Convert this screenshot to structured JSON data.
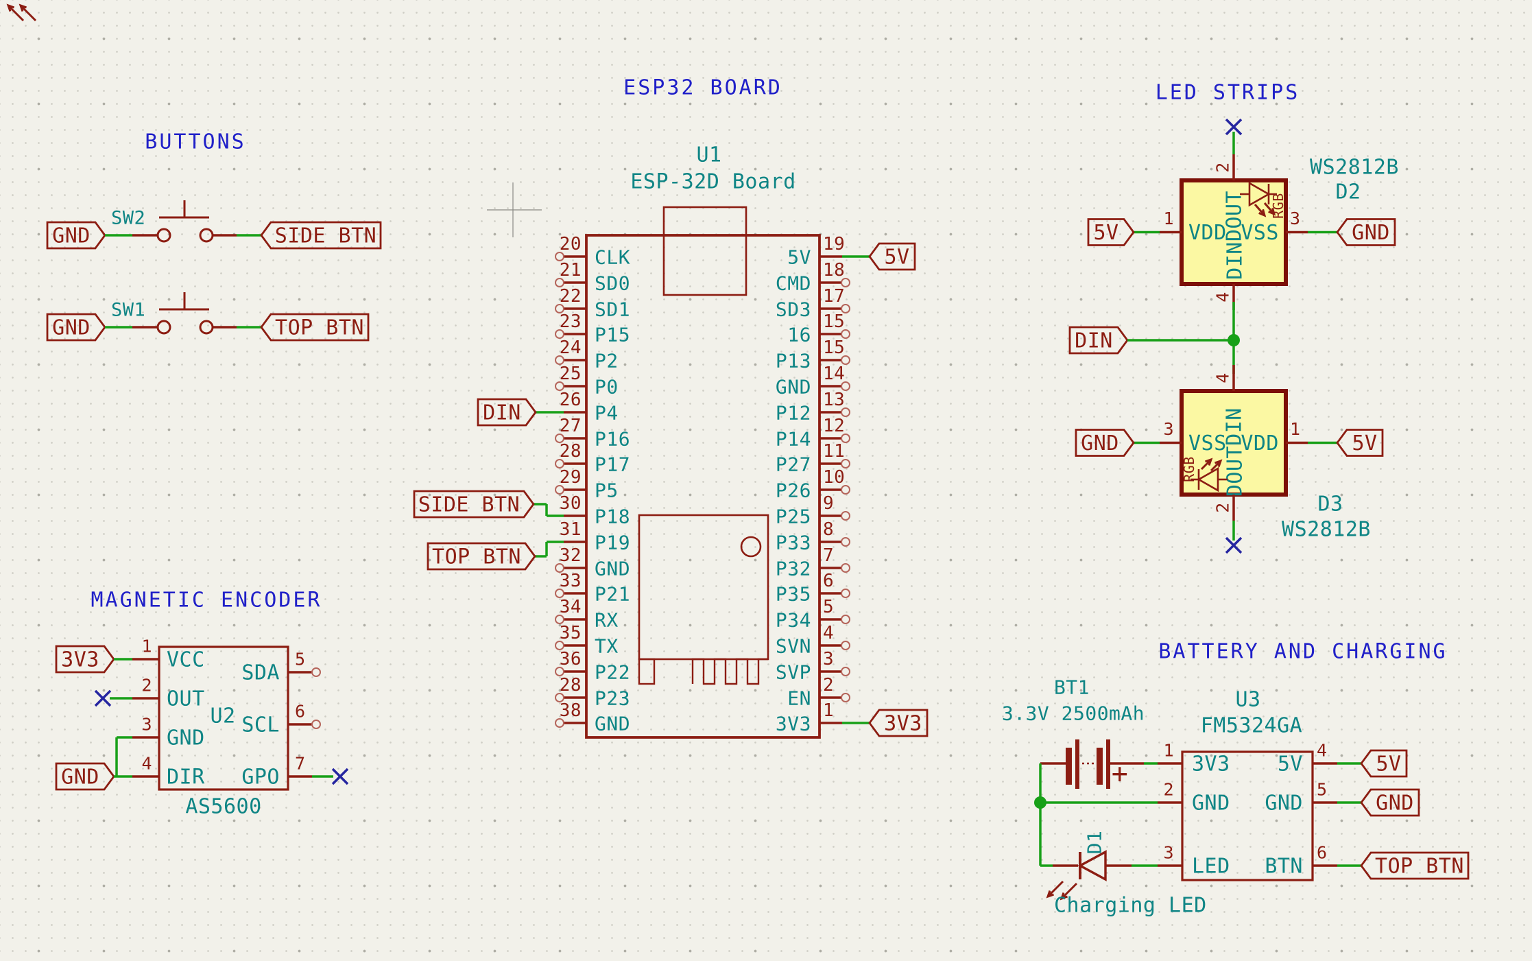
{
  "colors": {
    "background": "#f2f1ea",
    "symbol_outline": "#8c1d12",
    "pin_name_teal": "#0f8585",
    "note_blue": "#2020c8",
    "wire_green": "#18a018",
    "noconnect_blue": "#2525a0",
    "chip_fill_yellow": "#fbf8a3",
    "ws2812_border": "#7c1007",
    "nc_circle": "#b5655b",
    "crosshair_grey": "#8a8a85"
  },
  "sections": {
    "buttons": {
      "title": "BUTTONS",
      "switches": [
        {
          "ref": "SW2",
          "left_label": "GND",
          "right_label": "SIDE BTN"
        },
        {
          "ref": "SW1",
          "left_label": "GND",
          "right_label": "TOP BTN"
        }
      ]
    },
    "encoder": {
      "title": "MAGNETIC ENCODER",
      "ref": "U2",
      "value": "AS5600",
      "left_pins": [
        {
          "num": "1",
          "name": "VCC",
          "label": "3V3"
        },
        {
          "num": "2",
          "name": "OUT",
          "noconnect": true
        },
        {
          "num": "3",
          "name": "GND",
          "tee": true
        },
        {
          "num": "4",
          "name": "DIR",
          "label": "GND"
        }
      ],
      "right_pins": [
        {
          "num": "5",
          "name": "SDA"
        },
        {
          "num": "6",
          "name": "SCL"
        },
        {
          "num": "7",
          "name": "GPO",
          "noconnect": true
        }
      ]
    },
    "esp32": {
      "title": "ESP32 BOARD",
      "ref": "U1",
      "value": "ESP-32D Board",
      "left_pins": [
        {
          "num": "20",
          "name": "CLK"
        },
        {
          "num": "21",
          "name": "SD0"
        },
        {
          "num": "22",
          "name": "SD1"
        },
        {
          "num": "23",
          "name": "P15"
        },
        {
          "num": "24",
          "name": "P2"
        },
        {
          "num": "25",
          "name": "P0"
        },
        {
          "num": "26",
          "name": "P4",
          "label": "DIN"
        },
        {
          "num": "27",
          "name": "P16"
        },
        {
          "num": "28",
          "name": "P17"
        },
        {
          "num": "29",
          "name": "P5"
        },
        {
          "num": "30",
          "name": "P18",
          "label": "SIDE BTN"
        },
        {
          "num": "31",
          "name": "P19",
          "label": "TOP BTN"
        },
        {
          "num": "32",
          "name": "GND"
        },
        {
          "num": "33",
          "name": "P21"
        },
        {
          "num": "34",
          "name": "RX"
        },
        {
          "num": "35",
          "name": "TX"
        },
        {
          "num": "36",
          "name": "P22"
        },
        {
          "num": "28",
          "name": "P23"
        },
        {
          "num": "38",
          "name": "GND"
        }
      ],
      "right_pins": [
        {
          "num": "19",
          "name": "5V",
          "label": "5V"
        },
        {
          "num": "18",
          "name": "CMD"
        },
        {
          "num": "17",
          "name": "SD3"
        },
        {
          "num": "15",
          "name": "16"
        },
        {
          "num": "15",
          "name": "P13"
        },
        {
          "num": "14",
          "name": "GND"
        },
        {
          "num": "13",
          "name": "P12"
        },
        {
          "num": "12",
          "name": "P14"
        },
        {
          "num": "11",
          "name": "P27"
        },
        {
          "num": "10",
          "name": "P26"
        },
        {
          "num": "9",
          "name": "P25"
        },
        {
          "num": "8",
          "name": "P33"
        },
        {
          "num": "7",
          "name": "P32"
        },
        {
          "num": "6",
          "name": "P35"
        },
        {
          "num": "5",
          "name": "P34"
        },
        {
          "num": "4",
          "name": "SVN"
        },
        {
          "num": "3",
          "name": "SVP"
        },
        {
          "num": "2",
          "name": "EN"
        },
        {
          "num": "1",
          "name": "3V3",
          "label": "3V3"
        }
      ]
    },
    "led_strips": {
      "title": "LED STRIPS",
      "din_label": "DIN",
      "d2": {
        "ref": "D2",
        "value": "WS2812B",
        "rgb": "RGB",
        "top": {
          "num": "2",
          "name": "DOUT"
        },
        "left": {
          "num": "1",
          "name": "VDD",
          "label": "5V"
        },
        "right": {
          "num": "3",
          "name": "VSS",
          "label": "GND"
        },
        "bottom": {
          "num": "4",
          "name": "DIN"
        }
      },
      "d3": {
        "ref": "D3",
        "value": "WS2812B",
        "rgb": "RGB",
        "top": {
          "num": "4",
          "name": "DIN"
        },
        "left": {
          "num": "3",
          "name": "VSS",
          "label": "GND"
        },
        "right": {
          "num": "1",
          "name": "VDD",
          "label": "5V"
        },
        "bottom": {
          "num": "2",
          "name": "DOUT"
        }
      }
    },
    "battery": {
      "title": "BATTERY AND CHARGING",
      "bt": {
        "ref": "BT1",
        "value": "3.3V 2500mAh",
        "plus": "+"
      },
      "u3": {
        "ref": "U3",
        "value": "FM5324GA",
        "left_pins": [
          {
            "num": "1",
            "name": "3V3"
          },
          {
            "num": "2",
            "name": "GND"
          },
          {
            "num": "3",
            "name": "LED"
          }
        ],
        "right_pins": [
          {
            "num": "4",
            "name": "5V",
            "label": "5V"
          },
          {
            "num": "5",
            "name": "GND",
            "label": "GND"
          },
          {
            "num": "6",
            "name": "BTN",
            "label": "TOP BTN"
          }
        ]
      },
      "d1": {
        "ref": "D1",
        "caption": "Charging LED"
      }
    }
  }
}
